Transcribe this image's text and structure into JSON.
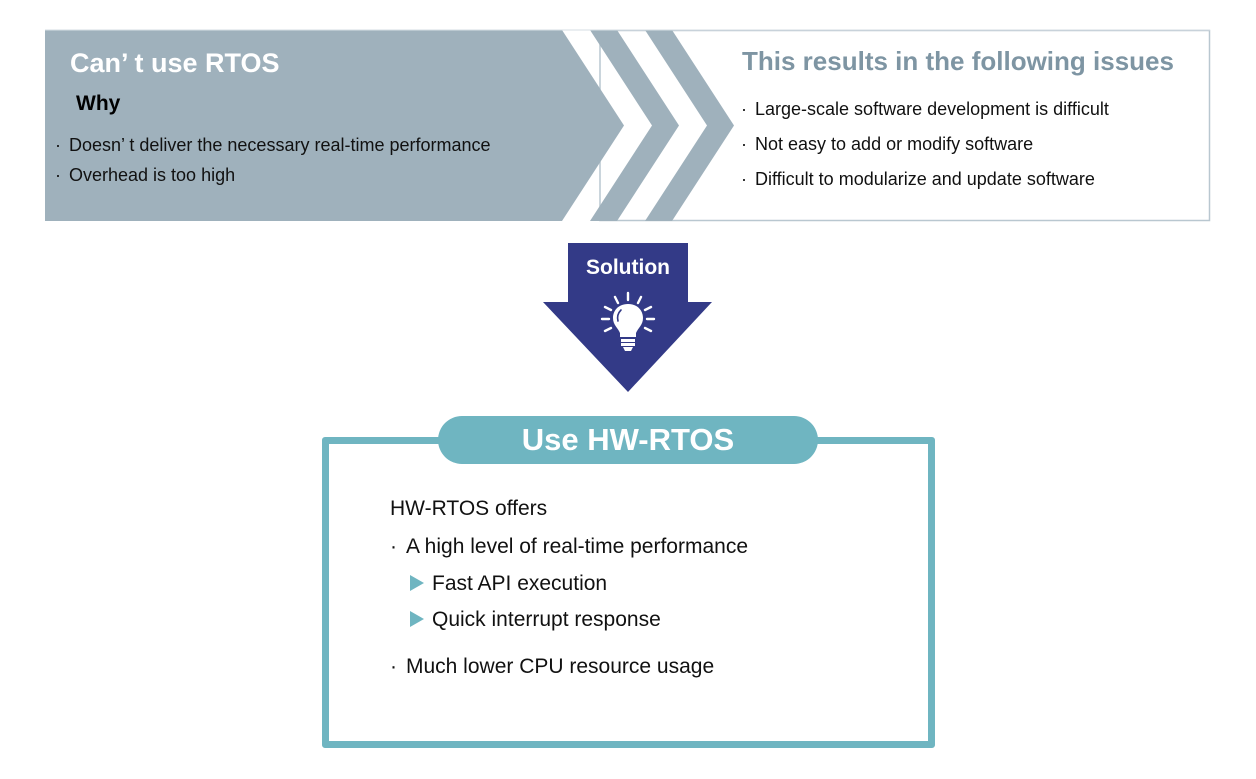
{
  "colors": {
    "banner_gray": "#9fb1bc",
    "issues_title": "#7e95a3",
    "issues_border": "#b9c7d0",
    "solution_arrow": "#333a87",
    "teal_accent": "#6fb5c1",
    "text": "#111111",
    "white": "#ffffff"
  },
  "problem": {
    "title": "Can’ t use RTOS",
    "subtitle": "Why",
    "bullet_symbol": "·",
    "reasons": [
      "Doesn’ t deliver the necessary real-time performance",
      "Overhead is too high"
    ]
  },
  "issues": {
    "title": "This results in the following issues",
    "bullet_symbol": "·",
    "items": [
      "Large-scale software development is difficult",
      "Not easy to add or modify software",
      "Difficult to modularize and update software"
    ]
  },
  "solution_arrow": {
    "label": "Solution",
    "icon": "lightbulb-icon"
  },
  "hw_rtos": {
    "title": "Use HW-RTOS",
    "intro": "HW-RTOS offers",
    "bullet_symbol": "·",
    "benefits": [
      {
        "text": "A high level of real-time performance",
        "sub_items": [
          "Fast API execution",
          "Quick interrupt response"
        ]
      },
      {
        "text": "Much lower CPU resource usage",
        "sub_items": []
      }
    ]
  }
}
